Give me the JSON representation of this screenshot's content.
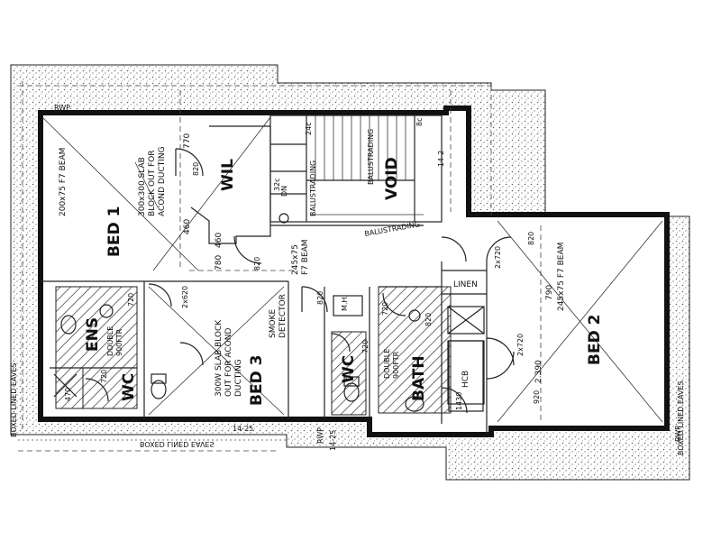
{
  "rooms": {
    "bed1": "BED 1",
    "bed2": "BED 2",
    "bed3": "BED 3",
    "wil": "WIL",
    "ens": "ENS",
    "wc_ens": "WC",
    "wc_main": "WC",
    "bath": "BATH",
    "void": "VOID",
    "linen": "LINEN",
    "hcb": "HCB"
  },
  "notes": {
    "slab_bed1": [
      "300x300 SLAB",
      "BLOCK OUT FOR",
      "ACOND DUCTING"
    ],
    "beam_bed1": "200x75 F7 BEAM",
    "slab_bed3": [
      "300W SLAB BLOCK",
      "OUT FOR ACOND",
      "DUCTING"
    ],
    "smoke": [
      "SMOKE",
      "DETECTOR"
    ],
    "beam_hall": [
      "245x75",
      "F7 BEAM"
    ],
    "beam_bed2": "245x75 F7 BEAM",
    "balustrading_1": "BALUSTRADING",
    "balustrading_2": "BALUSTRADING",
    "balustrading_3": "BALUSTRADING",
    "shower_ens": [
      "DOUBLE",
      "900FTR"
    ],
    "shower_bath": [
      "DOUBLE",
      "900FTR"
    ],
    "boxed_eaves_bottom": "BOXED LINED EAVES",
    "boxed_eaves_left": "BOXED LINED EAVES",
    "boxed_eaves_right": "BOXED LINED EAVES",
    "mh": "M.H.",
    "dn": "DN",
    "rwp_left": "RWP",
    "rwp_bottom": "RWP",
    "rwp_right": "RWP"
  },
  "dimensions": {
    "d770": "770",
    "d820_wil": "820",
    "d460": "460",
    "d780": "780",
    "d460b": "460",
    "d820_hall": "820",
    "d820_hall2": "820",
    "d820_bed2": "820",
    "d720_bed2": "2x720",
    "d720_ens": "720",
    "d720_ens_door": "2x620",
    "d820_bath": "820",
    "d720_bath": "720",
    "d720_wc": "720",
    "d720_bed2b": "2x720",
    "d2390": "2.390",
    "d790": "790",
    "d1430": "1430",
    "d920": "920",
    "d470": "470",
    "d720_wc_ens": "720",
    "d1425": "14-25",
    "d1425b": "14-25",
    "d24c": "24c",
    "d8c": "8c",
    "d32c": "32c",
    "d142": "14-2"
  }
}
